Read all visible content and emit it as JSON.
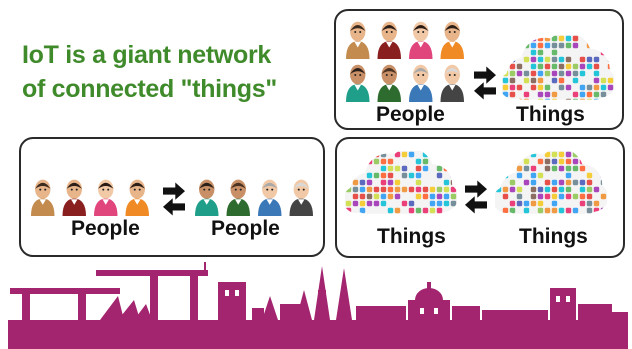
{
  "title_lines": [
    "IoT is a giant network",
    "of connected \"things\""
  ],
  "panels": {
    "top_right": {
      "left_label": "People",
      "right_label": "Things"
    },
    "bottom_left": {
      "left_label": "People",
      "right_label": "People"
    },
    "bottom_right": {
      "left_label": "Things",
      "right_label": "Things"
    }
  },
  "colors": {
    "title_green": "#3f8a2a",
    "skyline_purple": "#a3246f",
    "border": "#2a2a2a"
  },
  "icons": [
    "person-icon",
    "exchange-arrows-icon",
    "app-cloud-icon",
    "city-skyline"
  ]
}
